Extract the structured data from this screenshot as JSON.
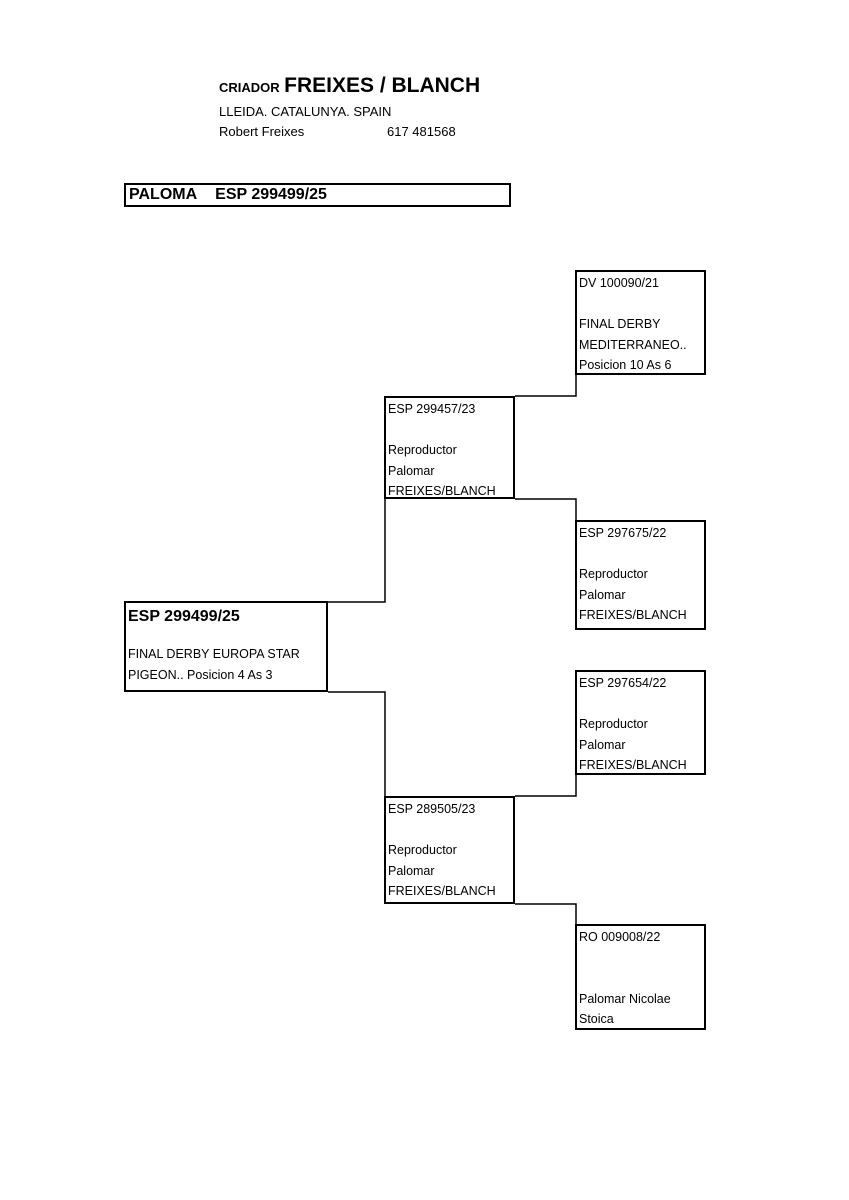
{
  "header": {
    "title_prefix": "CRIADOR",
    "title_name": "FREIXES / BLANCH",
    "location": "LLEIDA. CATALUNYA. SPAIN",
    "contact_name": "Robert Freixes",
    "contact_phone": "617 481568"
  },
  "banner": {
    "label": "PALOMA",
    "ring": "ESP 299499/25"
  },
  "subject": {
    "ring": "ESP 299499/25",
    "line1": "FINAL DERBY EUROPA STAR",
    "line2": "PIGEON.. Posicion 4 As 3"
  },
  "sire": {
    "ring": "ESP 299457/23",
    "line1": "Reproductor",
    "line2": "Palomar",
    "line3": "FREIXES/BLANCH"
  },
  "dam": {
    "ring": "ESP 289505/23",
    "line1": "Reproductor",
    "line2": "Palomar",
    "line3": "FREIXES/BLANCH"
  },
  "sire_sire": {
    "ring": "DV 100090/21",
    "line1": "FINAL DERBY",
    "line2": "MEDITERRANEO..",
    "line3": "Posicion 10 As 6"
  },
  "sire_dam": {
    "ring": "ESP 297675/22",
    "line1": "Reproductor",
    "line2": "Palomar",
    "line3": "FREIXES/BLANCH"
  },
  "dam_sire": {
    "ring": "ESP 297654/22",
    "line1": "Reproductor",
    "line2": "Palomar",
    "line3": "FREIXES/BLANCH"
  },
  "dam_dam": {
    "ring": "RO 009008/22",
    "line1": "",
    "line2": "Palomar Nicolae",
    "line3": "Stoica"
  }
}
